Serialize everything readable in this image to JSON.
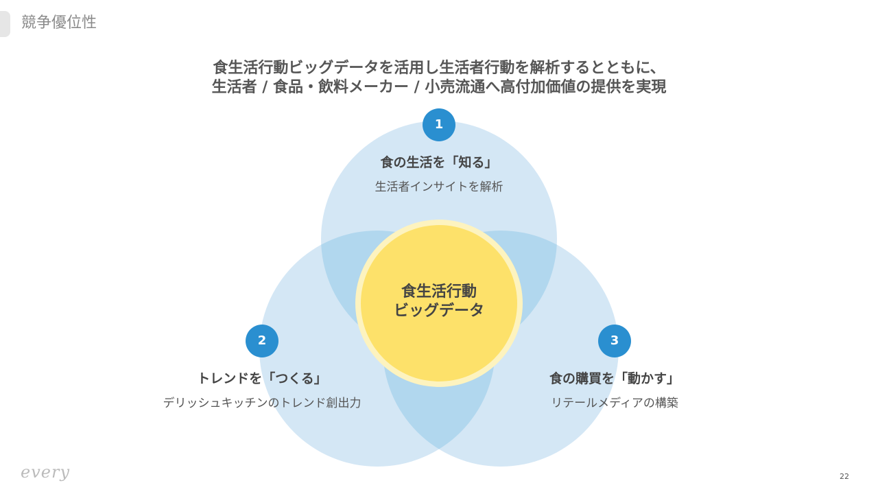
{
  "section": {
    "title": "競争優位性"
  },
  "headline": {
    "line1": "食生活行動ビッグデータを活用し生活者行動を解析するとともに、",
    "line2": "生活者 / 食品・飲料メーカー / 小売流通へ高付加価値の提供を実現"
  },
  "center": {
    "line1": "食生活行動",
    "line2": "ビッグデータ"
  },
  "items": [
    {
      "number": "1",
      "title": "食の生活を「知る」",
      "subtitle": "生活者インサイトを解析"
    },
    {
      "number": "2",
      "title": "トレンドを「つくる」",
      "subtitle": "デリッシュキッチンのトレンド創出力"
    },
    {
      "number": "3",
      "title": "食の購買を「動かす」",
      "subtitle": "リテールメディアの構築"
    }
  ],
  "colors": {
    "circle_fill": "#d4e7f5",
    "overlap_fill": "#b1d7ee",
    "badge": "#2a8fd0",
    "center_fill": "#fde16a",
    "center_ring": "#fdf3bf"
  },
  "footer": {
    "logo": "every",
    "page_number": "22"
  }
}
